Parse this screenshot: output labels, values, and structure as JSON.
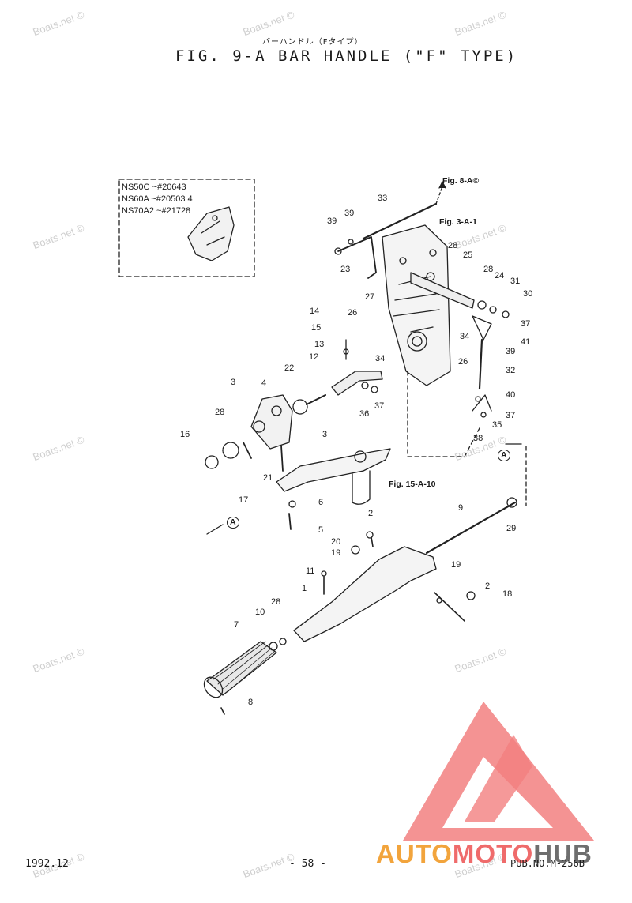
{
  "header": {
    "title_jp": "バーハンドル（Fタイプ）",
    "title": "FIG.  9-A BAR HANDLE (\"F\" TYPE)"
  },
  "watermark": "Boats.net ©",
  "inset": {
    "lines": [
      {
        "model": "NS50C",
        "serial": "~#20643"
      },
      {
        "model": "NS60A",
        "serial": "~#20503"
      },
      {
        "model": "NS70A2",
        "serial": "~#21728"
      }
    ],
    "part": "4"
  },
  "references": {
    "fig_8a": "Fig. 8-A©",
    "fig_3a": "Fig. 3-A-1",
    "fig_15a": "Fig. 15-A-10",
    "marker": "A"
  },
  "callouts": [
    "1",
    "2",
    "2",
    "3",
    "3",
    "4",
    "5",
    "6",
    "7",
    "8",
    "9",
    "10",
    "11",
    "12",
    "13",
    "14",
    "15",
    "16",
    "17",
    "18",
    "19",
    "19",
    "20",
    "21",
    "22",
    "23",
    "24",
    "25",
    "26",
    "26",
    "27",
    "28",
    "28",
    "28",
    "28",
    "29",
    "30",
    "31",
    "32",
    "33",
    "34",
    "34",
    "35",
    "36",
    "37",
    "37",
    "37",
    "38",
    "39",
    "39",
    "39",
    "40",
    "41"
  ],
  "footer": {
    "date": "1992.12",
    "page": "- 58 -",
    "pub": "PUB.NO.M-256B"
  },
  "brand": {
    "part1": "AUTO",
    "part2": "MOTO",
    "part3": "HUB",
    "colors": {
      "auto": "#f2a43c",
      "moto": "#ef6b6b",
      "hub": "#6e6e6e",
      "triangle": "#f28080"
    }
  }
}
